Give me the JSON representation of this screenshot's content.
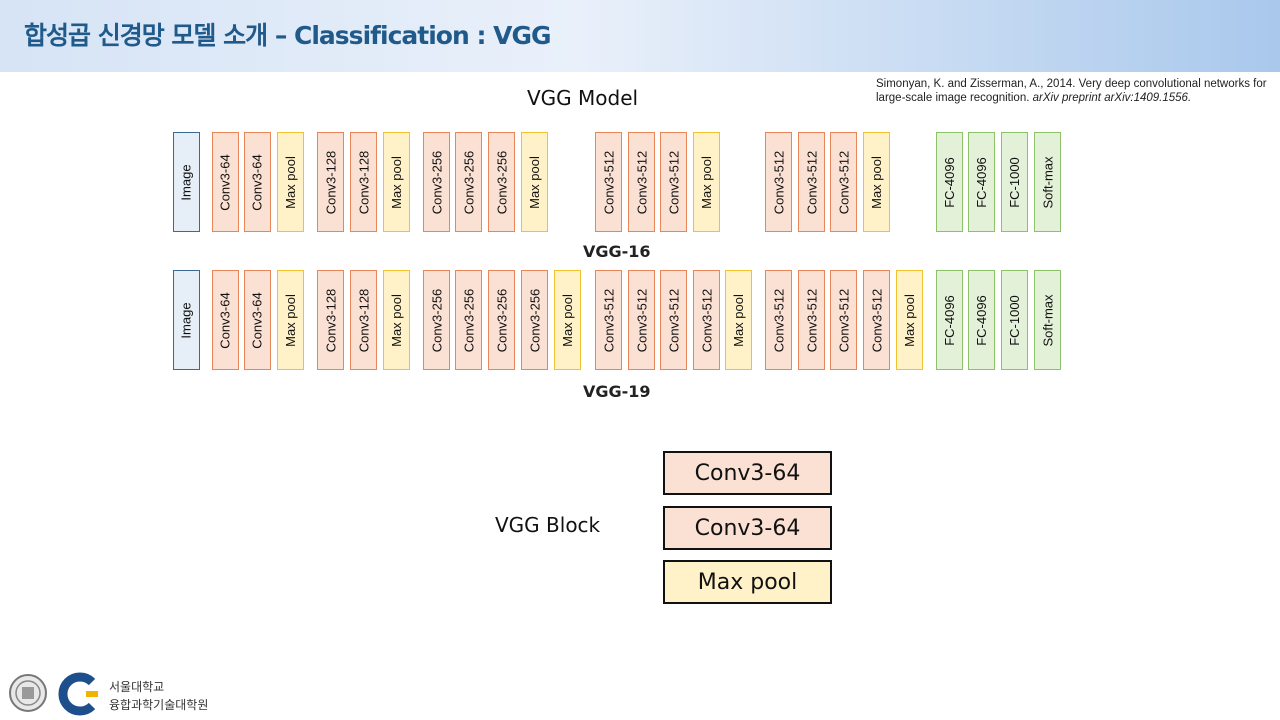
{
  "header": {
    "title": "합성곱 신경망 모델 소개 – Classification : VGG"
  },
  "citation": {
    "plain": "Simonyan, K. and Zisserman, A., 2014. Very deep convolutional networks for large-scale image recognition. ",
    "italic": "arXiv preprint arXiv:1409.1556."
  },
  "model_title": "VGG Model",
  "vgg16": {
    "label": "VGG-16",
    "layers": [
      {
        "text": "Image",
        "kind": "img"
      },
      {
        "text": "Conv3-64",
        "kind": "conv"
      },
      {
        "text": "Conv3-64",
        "kind": "conv"
      },
      {
        "text": "Max pool",
        "kind": "pool"
      },
      {
        "text": "Conv3-128",
        "kind": "conv"
      },
      {
        "text": "Conv3-128",
        "kind": "conv"
      },
      {
        "text": "Max pool",
        "kind": "pool"
      },
      {
        "text": "Conv3-256",
        "kind": "conv"
      },
      {
        "text": "Conv3-256",
        "kind": "conv"
      },
      {
        "text": "Conv3-256",
        "kind": "conv"
      },
      {
        "text": "Max pool",
        "kind": "pool"
      },
      {
        "text": "Conv3-512",
        "kind": "conv"
      },
      {
        "text": "Conv3-512",
        "kind": "conv"
      },
      {
        "text": "Conv3-512",
        "kind": "conv"
      },
      {
        "text": "Max pool",
        "kind": "pool"
      },
      {
        "text": "Conv3-512",
        "kind": "conv"
      },
      {
        "text": "Conv3-512",
        "kind": "conv"
      },
      {
        "text": "Conv3-512",
        "kind": "conv"
      },
      {
        "text": "Max pool",
        "kind": "pool"
      },
      {
        "text": "FC-4096",
        "kind": "fc"
      },
      {
        "text": "FC-4096",
        "kind": "fc"
      },
      {
        "text": "FC-1000",
        "kind": "fc"
      },
      {
        "text": "Soft-max",
        "kind": "fc"
      }
    ]
  },
  "vgg19": {
    "label": "VGG-19",
    "layers": [
      {
        "text": "Image",
        "kind": "img"
      },
      {
        "text": "Conv3-64",
        "kind": "conv"
      },
      {
        "text": "Conv3-64",
        "kind": "conv"
      },
      {
        "text": "Max pool",
        "kind": "pool"
      },
      {
        "text": "Conv3-128",
        "kind": "conv"
      },
      {
        "text": "Conv3-128",
        "kind": "conv"
      },
      {
        "text": "Max pool",
        "kind": "pool"
      },
      {
        "text": "Conv3-256",
        "kind": "conv"
      },
      {
        "text": "Conv3-256",
        "kind": "conv"
      },
      {
        "text": "Conv3-256",
        "kind": "conv"
      },
      {
        "text": "Conv3-256",
        "kind": "conv"
      },
      {
        "text": "Max pool",
        "kind": "pool"
      },
      {
        "text": "Conv3-512",
        "kind": "conv"
      },
      {
        "text": "Conv3-512",
        "kind": "conv"
      },
      {
        "text": "Conv3-512",
        "kind": "conv"
      },
      {
        "text": "Conv3-512",
        "kind": "conv"
      },
      {
        "text": "Max pool",
        "kind": "pool"
      },
      {
        "text": "Conv3-512",
        "kind": "conv"
      },
      {
        "text": "Conv3-512",
        "kind": "conv"
      },
      {
        "text": "Conv3-512",
        "kind": "conv"
      },
      {
        "text": "Conv3-512",
        "kind": "conv"
      },
      {
        "text": "Max pool",
        "kind": "pool"
      },
      {
        "text": "FC-4096",
        "kind": "fc"
      },
      {
        "text": "FC-4096",
        "kind": "fc"
      },
      {
        "text": "FC-1000",
        "kind": "fc"
      },
      {
        "text": "Soft-max",
        "kind": "fc"
      }
    ]
  },
  "vgg_block": {
    "label": "VGG Block",
    "items": [
      "Conv3-64",
      "Conv3-64",
      "Max pool"
    ]
  },
  "footer": {
    "university": "서울대학교",
    "school": "융합과학기술대학원"
  },
  "colors": {
    "conv_fill": "#fbe1d3",
    "conv_border": "#e8865a",
    "pool_fill": "#fff2c8",
    "pool_border": "#f2c12e",
    "fc_fill": "#e4f1d9",
    "fc_border": "#8cc26a",
    "image_fill": "#e6eef7",
    "image_border": "#3b6b94",
    "title_color": "#1f5a8a"
  }
}
